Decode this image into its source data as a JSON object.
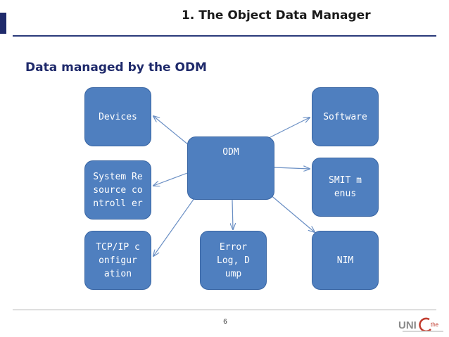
{
  "header": {
    "title": "1. The Object Data Manager",
    "subtitle": "Data managed by the ODM"
  },
  "diagram": {
    "nodes": {
      "odm": "ODM",
      "devices": "Devices",
      "software": "Software",
      "system_resource_controller": "System Resource controll er",
      "smit_menus": "SMIT menus",
      "tcpip_configuration": "TCP/IP configur ation",
      "error_log_dump": "Error Log, Dump",
      "nim": "NIM"
    },
    "node_color": "#4f7fbf",
    "arrow_color": "#6a8fc4"
  },
  "footer": {
    "page_number": "6",
    "logo_text": "UNI",
    "logo_suffix": "the"
  }
}
